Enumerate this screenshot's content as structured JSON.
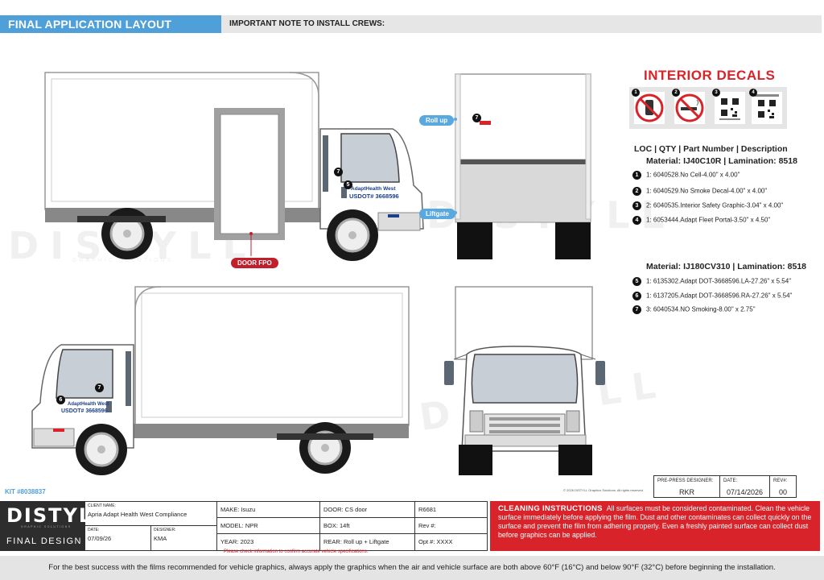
{
  "header": {
    "title": "FINAL APPLICATION LAYOUT",
    "note": "IMPORTANT NOTE TO INSTALL CREWS:"
  },
  "watermark": {
    "word": "DISTYLL",
    "sub": "GRAPHIC SOLUTIONS"
  },
  "callouts": {
    "door": "DOOR FPO",
    "rollup": "Roll up",
    "liftgate": "Liftgate"
  },
  "truck_labels": {
    "company": "AdaptHealth West",
    "usdot": "USDOT# 3668596",
    "marker_7": "7",
    "marker_5": "5",
    "marker_6": "6"
  },
  "interior": {
    "title": "INTERIOR DECALS",
    "tiles": [
      {
        "num": "1",
        "icon": "no-cell-phone-icon"
      },
      {
        "num": "2",
        "icon": "no-smoking-icon"
      },
      {
        "num": "3",
        "icon": "qr-code-icon"
      },
      {
        "num": "4",
        "icon": "qr-code-icon"
      }
    ],
    "loc_header": "LOC | QTY | Part Number | Description",
    "material_1": "Material: IJ40C10R | Lamination: 8518",
    "parts_1": [
      {
        "num": "1",
        "text": "1: 6040528.No Cell-4.00\" x 4.00\""
      },
      {
        "num": "2",
        "text": "1: 6040529.No Smoke Decal-4.00\" x 4.00\""
      },
      {
        "num": "3",
        "text": "2: 6040535.Interior Safety Graphic-3.04\" x 4.00\""
      },
      {
        "num": "4",
        "text": "1: 6053444.Adapt Fleet Portal-3.50\" x 4.50\""
      }
    ],
    "material_2": "Material: IJ180CV310 | Lamination: 8518",
    "parts_2": [
      {
        "num": "5",
        "text": "1: 6135302.Adapt DOT-3668596.LA-27.26\" x 5.54\""
      },
      {
        "num": "6",
        "text": "1: 6137205.Adapt DOT-3668596.RA-27.26\" x 5.54\""
      },
      {
        "num": "7",
        "text": "3: 6040534.NO Smoking-8.00\" x 2.75\""
      }
    ]
  },
  "footer": {
    "kit": "KIT #8038837",
    "copyright": "© 2026 DISTYLL Graphics Solutions. All rights reserved.",
    "prepress": {
      "designer_label": "PRE-PRESS DESIGNER:",
      "designer": "RKR",
      "date_label": "DATE:",
      "date": "07/14/2026",
      "rev_label": "REV#:",
      "rev": "00"
    },
    "logo": {
      "word": "DISTYLL",
      "sub": "GRAPHIC SOLUTIONS",
      "final": "FINAL DESIGN"
    },
    "client_label": "CLIENT NAME:",
    "client": "Apria Adapt Health West Compliance",
    "date_label": "DATE:",
    "date": "07/09/26",
    "designer_label": "DESIGNER:",
    "designer": "KMA",
    "make": "MAKE: Isuzu",
    "model": "MODEL: NPR",
    "year": "YEAR: 2023",
    "door": "DOOR: CS door",
    "box": "BOX: 14ft",
    "rear": "REAR: Roll up + Liftgate",
    "order": "R6681",
    "rev": "Rev #:",
    "opt": "Opt #:  XXXX",
    "warning": "Please check information to confirm accurate vehicle specifications.",
    "cleaning_title": "CLEANING INSTRUCTIONS",
    "cleaning_text": "All surfaces must be considered contaminated. Clean the vehicle surface immediately before applying the film. Dust and other contaminates can collect quickly on the surface and prevent the film from adhering properly. Even a freshly painted surface can collect dust before graphics can be applied.",
    "bottom_note": "For the best success with the films recommended for vehicle graphics, always apply the graphics when the air and vehicle surface are both above 60°F (16°C) and below 90°F (32°C) before beginning the installation."
  }
}
